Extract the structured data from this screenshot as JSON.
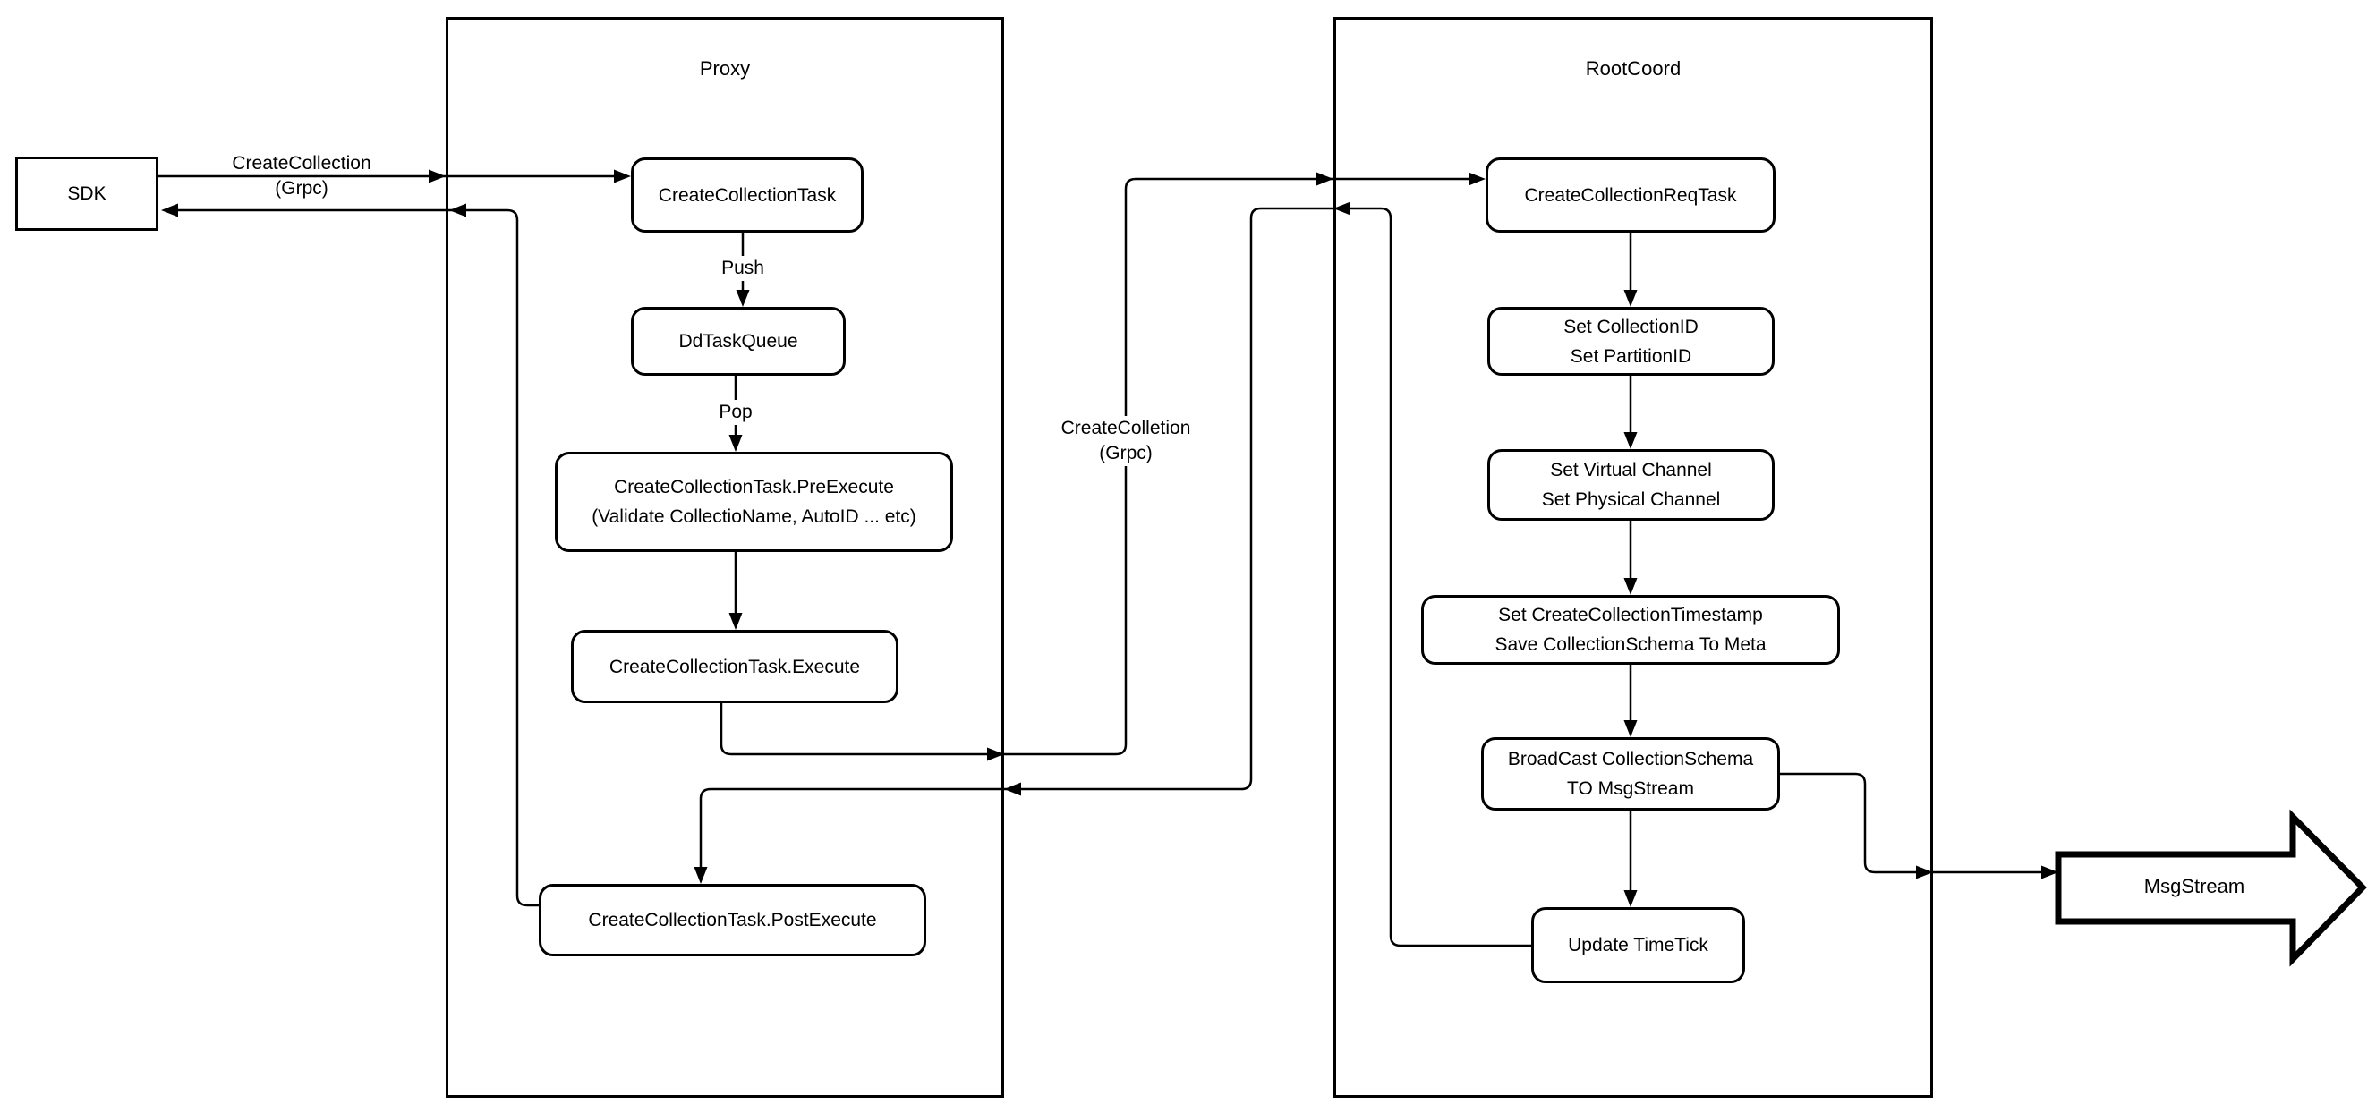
{
  "diagram": {
    "background": "#ffffff",
    "stroke_color": "#000000",
    "containers": {
      "proxy": {
        "title": "Proxy"
      },
      "rootcoord": {
        "title": "RootCoord"
      }
    },
    "nodes": {
      "sdk": {
        "label": "SDK"
      },
      "create_collection_task": {
        "label": "CreateCollectionTask"
      },
      "dd_task_queue": {
        "label": "DdTaskQueue"
      },
      "pre_execute": {
        "lines": [
          "CreateCollectionTask.PreExecute",
          "(Validate CollectioName, AutoID ... etc)"
        ]
      },
      "execute": {
        "label": "CreateCollectionTask.Execute"
      },
      "post_execute": {
        "label": "CreateCollectionTask.PostExecute"
      },
      "create_collection_req_task": {
        "label": "CreateCollectionReqTask"
      },
      "set_ids": {
        "lines": [
          "Set CollectionID",
          "Set PartitionID"
        ]
      },
      "set_channels": {
        "lines": [
          "Set Virtual Channel",
          "Set Physical Channel"
        ]
      },
      "set_timestamp": {
        "lines": [
          "Set CreateCollectionTimestamp",
          "Save CollectionSchema To Meta"
        ]
      },
      "broadcast": {
        "lines": [
          "BroadCast CollectionSchema",
          "TO MsgStream"
        ]
      },
      "update_timetick": {
        "label": "Update TimeTick"
      },
      "msgstream": {
        "label": "MsgStream"
      }
    },
    "edge_labels": {
      "sdk_call": {
        "lines": [
          "CreateCollection",
          "(Grpc)"
        ]
      },
      "push": "Push",
      "pop": "Pop",
      "proxy_call": {
        "lines": [
          "CreateColletion",
          "(Grpc)"
        ]
      }
    }
  }
}
